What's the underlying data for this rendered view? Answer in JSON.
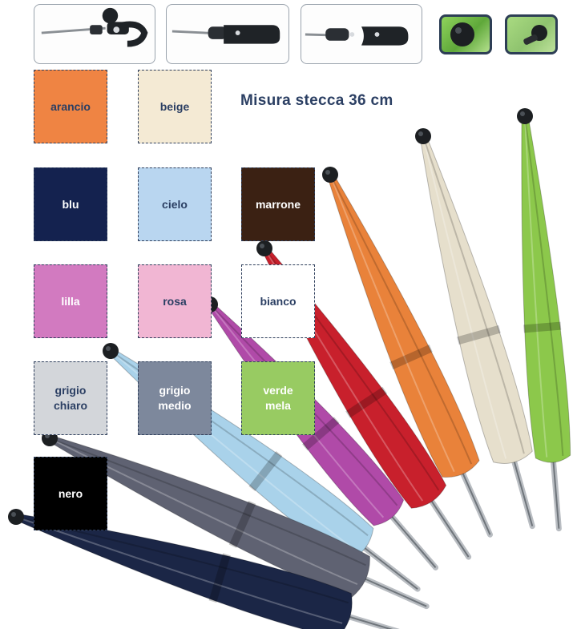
{
  "title": "Misura stecca 36 cm",
  "swatches": [
    {
      "label": "arancio",
      "color": "#ef8443",
      "text_color": "#2b3f63"
    },
    {
      "label": "beige",
      "color": "#f4ead4",
      "text_color": "#2b3f63"
    },
    {
      "label": "blu",
      "color": "#14224f",
      "text_color": "#ffffff"
    },
    {
      "label": "cielo",
      "color": "#b9d6f0",
      "text_color": "#2b3f63"
    },
    {
      "label": "marrone",
      "color": "#3b2113",
      "text_color": "#ffffff"
    },
    {
      "label": "lilla",
      "color": "#d27ac0",
      "text_color": "#ffffff"
    },
    {
      "label": "rosa",
      "color": "#f1b6d3",
      "text_color": "#2b3f63"
    },
    {
      "label": "bianco",
      "color": "#ffffff",
      "text_color": "#2b3f63"
    },
    {
      "label": "grigio\nchiaro",
      "color": "#d3d6da",
      "text_color": "#2b3f63"
    },
    {
      "label": "grigio\nmedio",
      "color": "#7d889c",
      "text_color": "#ffffff"
    },
    {
      "label": "verde\nmela",
      "color": "#98cb62",
      "text_color": "#ffffff"
    },
    {
      "label": "nero",
      "color": "#000000",
      "text_color": "#ffffff"
    }
  ],
  "umbrella_colors": [
    "#1b2646",
    "#5f6272",
    "#a9d2ea",
    "#b04aa8",
    "#c8202c",
    "#e9823a",
    "#e6dfcc",
    "#8cc84b"
  ]
}
